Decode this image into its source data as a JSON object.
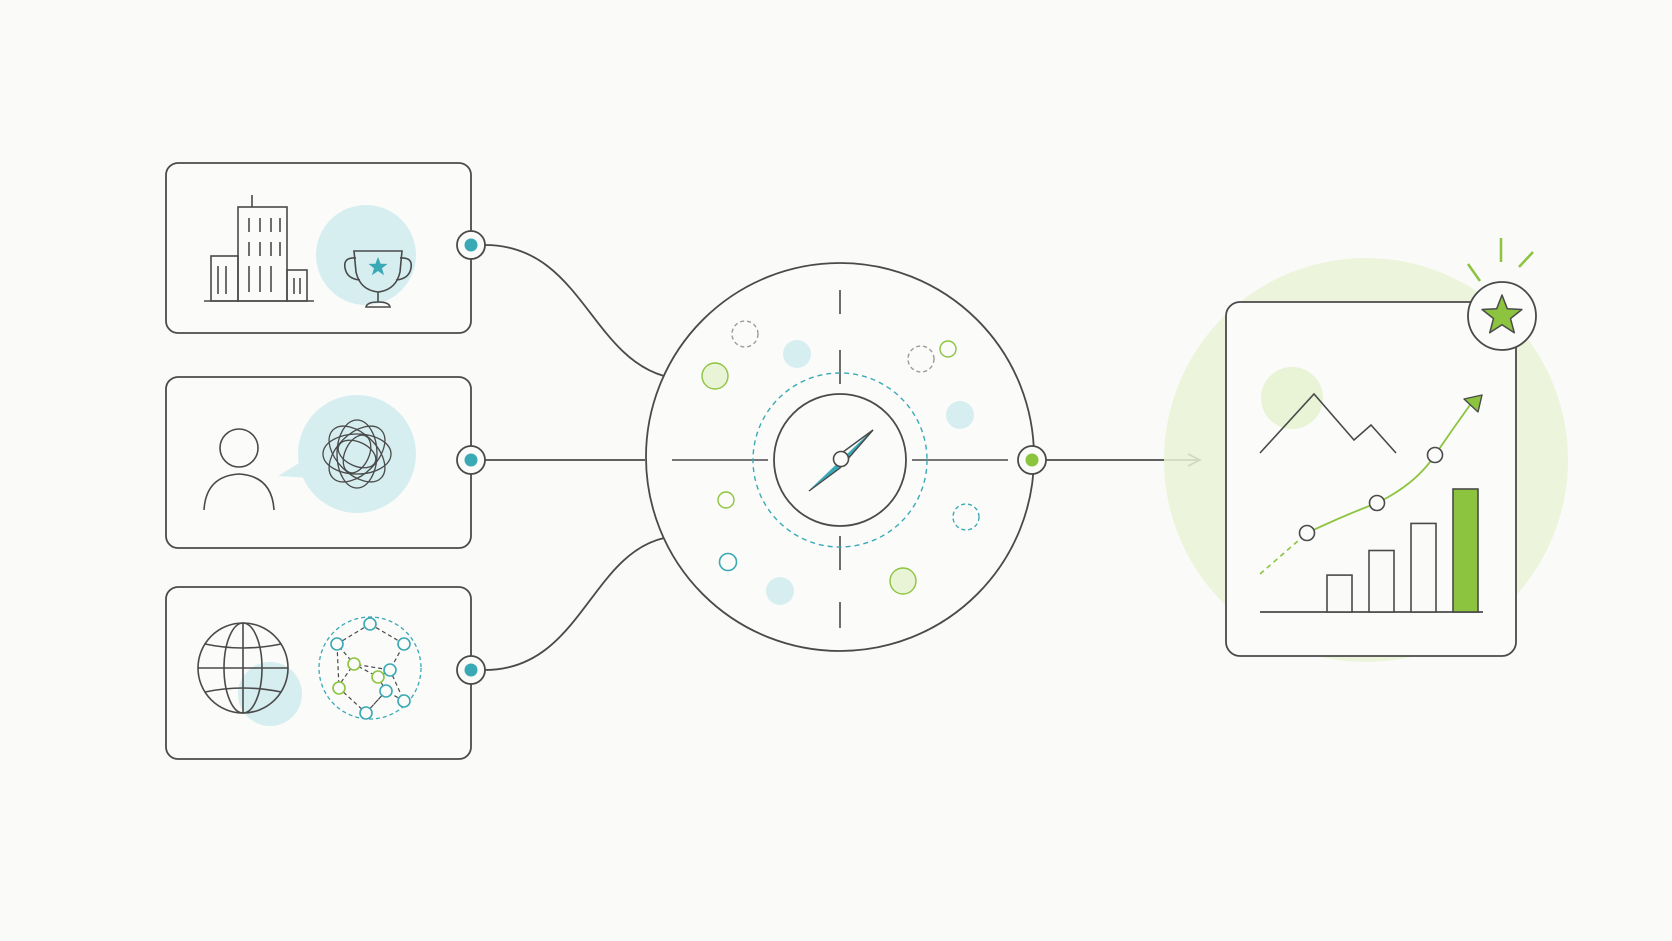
{
  "colors": {
    "background": "#fafaf8",
    "stroke": "#4a4a4a",
    "teal": "#3aa9b6",
    "teal_light": "#d6eef0",
    "green": "#8cc43f",
    "green_light": "#e9f3d6"
  },
  "inputs": [
    {
      "icons": [
        "building-icon",
        "trophy-icon"
      ]
    },
    {
      "icons": [
        "person-icon",
        "idea-bubble-icon"
      ]
    },
    {
      "icons": [
        "globe-icon",
        "network-icon"
      ]
    }
  ],
  "hub": {
    "icons": [
      "compass-icon"
    ]
  },
  "output": {
    "icons": [
      "landscape-icon",
      "growth-line-icon",
      "bar-chart-icon",
      "star-badge-icon"
    ]
  },
  "chart_data": {
    "type": "bar",
    "values": [
      1.5,
      2.5,
      3.6,
      5.0
    ],
    "highlight_index": 3
  }
}
